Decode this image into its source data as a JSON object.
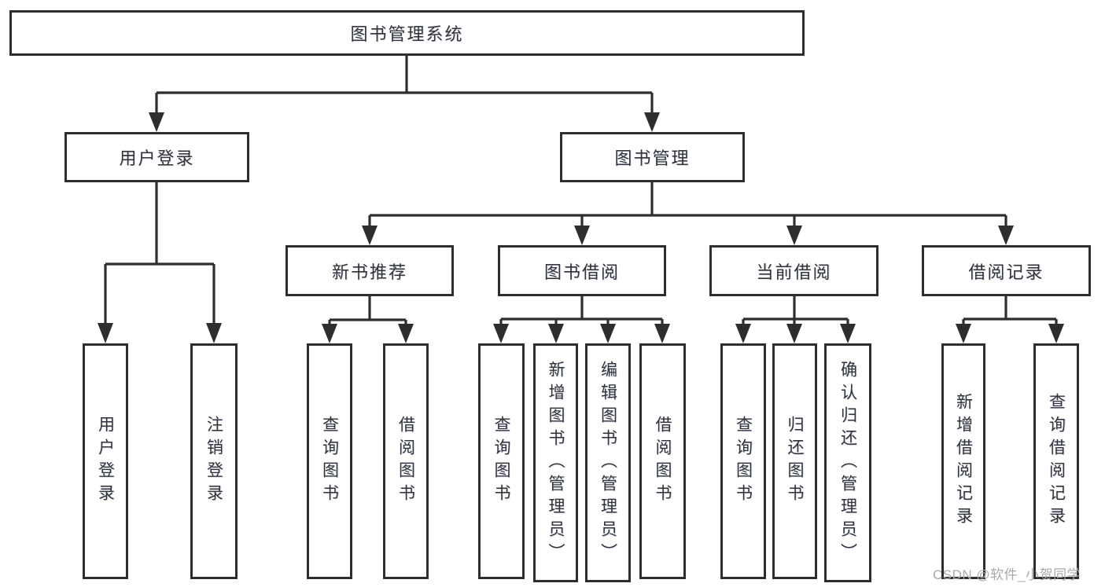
{
  "diagram": {
    "root": {
      "label": "图书管理系统"
    },
    "branches": [
      {
        "label": "用户登录",
        "children": [
          {
            "label": "用户登录"
          },
          {
            "label": "注销登录"
          }
        ]
      },
      {
        "label": "图书管理",
        "groups": [
          {
            "label": "新书推荐",
            "children": [
              {
                "label": "查询图书"
              },
              {
                "label": "借阅图书"
              }
            ]
          },
          {
            "label": "图书借阅",
            "children": [
              {
                "label": "查询图书"
              },
              {
                "label": "新增图书（管理员）"
              },
              {
                "label": "编辑图书（管理员）"
              },
              {
                "label": "借阅图书"
              }
            ]
          },
          {
            "label": "当前借阅",
            "children": [
              {
                "label": "查询图书"
              },
              {
                "label": "归还图书"
              },
              {
                "label": "确认归还（管理员）"
              }
            ]
          },
          {
            "label": "借阅记录",
            "children": [
              {
                "label": "新增借阅记录"
              },
              {
                "label": "查询借阅记录"
              }
            ]
          }
        ]
      }
    ]
  },
  "watermark": {
    "text": "CSDN @软件_小贺同学"
  },
  "colors": {
    "line": "#2e2e2e",
    "text": "#333333",
    "watermark": "#a9a9a9",
    "background": "#ffffff"
  }
}
